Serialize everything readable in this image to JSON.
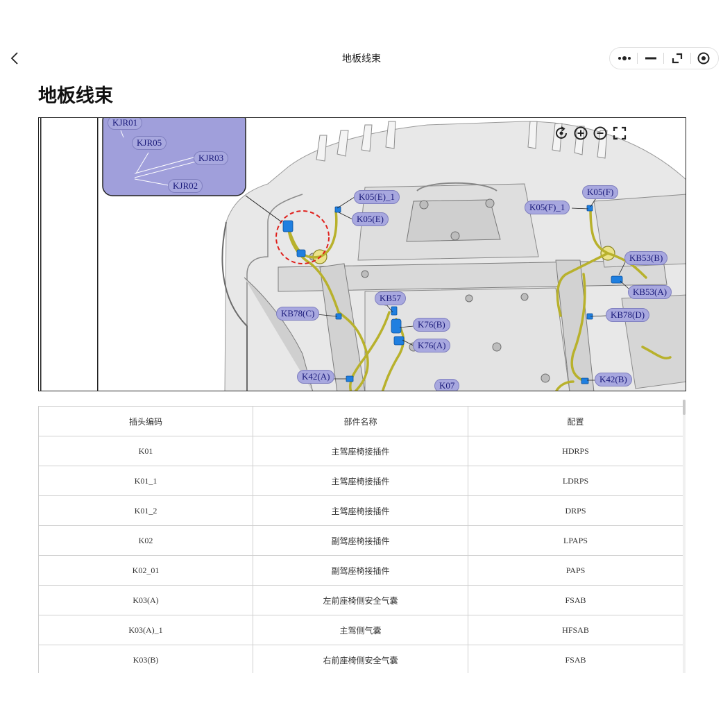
{
  "nav": {
    "title": "地板线束"
  },
  "page": {
    "title": "地板线束"
  },
  "diagram": {
    "callouts": [
      {
        "id": "KJR01",
        "label": "KJR01"
      },
      {
        "id": "KJR05",
        "label": "KJR05"
      },
      {
        "id": "KJR03",
        "label": "KJR03"
      },
      {
        "id": "KJR02",
        "label": "KJR02"
      },
      {
        "id": "K05E_1",
        "label": "K05(E)_1"
      },
      {
        "id": "K05E",
        "label": "K05(E)"
      },
      {
        "id": "K05F",
        "label": "K05(F)"
      },
      {
        "id": "K05F_1",
        "label": "K05(F)_1"
      },
      {
        "id": "KB53B",
        "label": "KB53(B)"
      },
      {
        "id": "KB53A",
        "label": "KB53(A)"
      },
      {
        "id": "KB57",
        "label": "KB57"
      },
      {
        "id": "KB78C",
        "label": "KB78(C)"
      },
      {
        "id": "KB78D",
        "label": "KB78(D)"
      },
      {
        "id": "K76B",
        "label": "K76(B)"
      },
      {
        "id": "K76A",
        "label": "K76(A)"
      },
      {
        "id": "K42A",
        "label": "K42(A)"
      },
      {
        "id": "K42B",
        "label": "K42(B)"
      },
      {
        "id": "K07",
        "label": "K07"
      }
    ],
    "colors": {
      "callout_fill": "#a8a8df",
      "inset_fill": "#a09fdb",
      "harness": "#c8c23a",
      "connector": "#1f7fe0",
      "highlight_circle": "#e0201c"
    }
  },
  "table": {
    "headers": [
      "插头编码",
      "部件名称",
      "配置"
    ],
    "rows": [
      [
        "K01",
        "主驾座椅接插件",
        "HDRPS"
      ],
      [
        "K01_1",
        "主驾座椅接插件",
        "LDRPS"
      ],
      [
        "K01_2",
        "主驾座椅接插件",
        "DRPS"
      ],
      [
        "K02",
        "副驾座椅接插件",
        "LPAPS"
      ],
      [
        "K02_01",
        "副驾座椅接插件",
        "PAPS"
      ],
      [
        "K03(A)",
        "左前座椅侧安全气囊",
        "FSAB"
      ],
      [
        "K03(A)_1",
        "主驾侧气囊",
        "HFSAB"
      ],
      [
        "K03(B)",
        "右前座椅侧安全气囊",
        "FSAB"
      ]
    ]
  }
}
